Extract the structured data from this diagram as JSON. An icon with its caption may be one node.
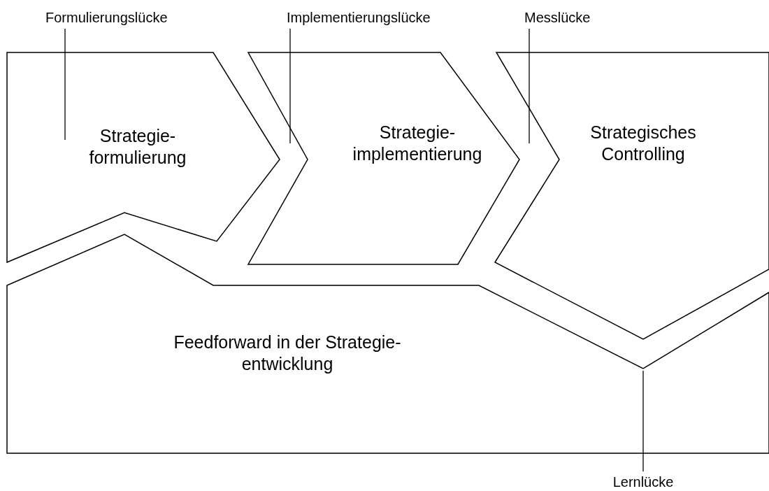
{
  "diagram": {
    "nodes": [
      {
        "text": [
          "Strategie- formulierung"
        ]
      },
      {
        "text": [
          "Strategie- implementierung"
        ]
      },
      {
        "text": [
          "Strategisches Controlling"
        ]
      },
      {
        "text": [
          "Feedforward in der Strategie- entwicklung"
        ]
      },
      {
        "text": [
          "Formulierungslücke"
        ]
      },
      {
        "text": [
          "Implementierungslücke"
        ]
      },
      {
        "text": [
          "Messlücke"
        ]
      },
      {
        "text": [
          "Lernlücke"
        ]
      }
    ],
    "edges": [
      {
        "from": 4,
        "to": 0,
        "arrow": "none"
      },
      {
        "from": 5,
        "to": 1,
        "arrow": "none"
      },
      {
        "from": 6,
        "to": null,
        "arrow": "none"
      },
      {
        "from": 7,
        "to": 3,
        "arrow": "none"
      }
    ]
  }
}
